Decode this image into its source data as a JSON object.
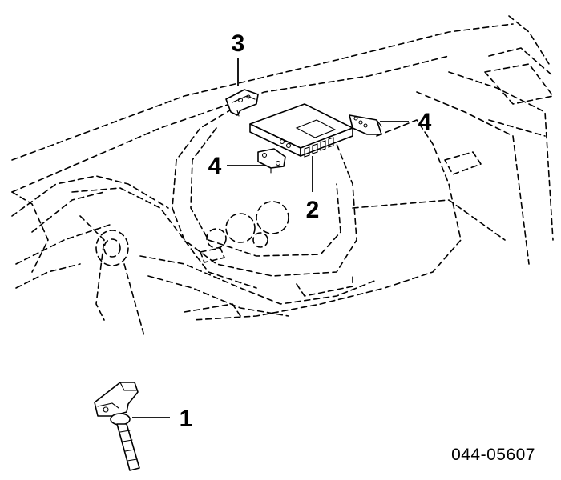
{
  "diagram": {
    "reference_code": "044-05607",
    "callouts": {
      "ignition_coil": "1",
      "ecu_module": "2",
      "top_bracket": "3",
      "left_bracket": "4",
      "right_bracket": "4"
    }
  }
}
